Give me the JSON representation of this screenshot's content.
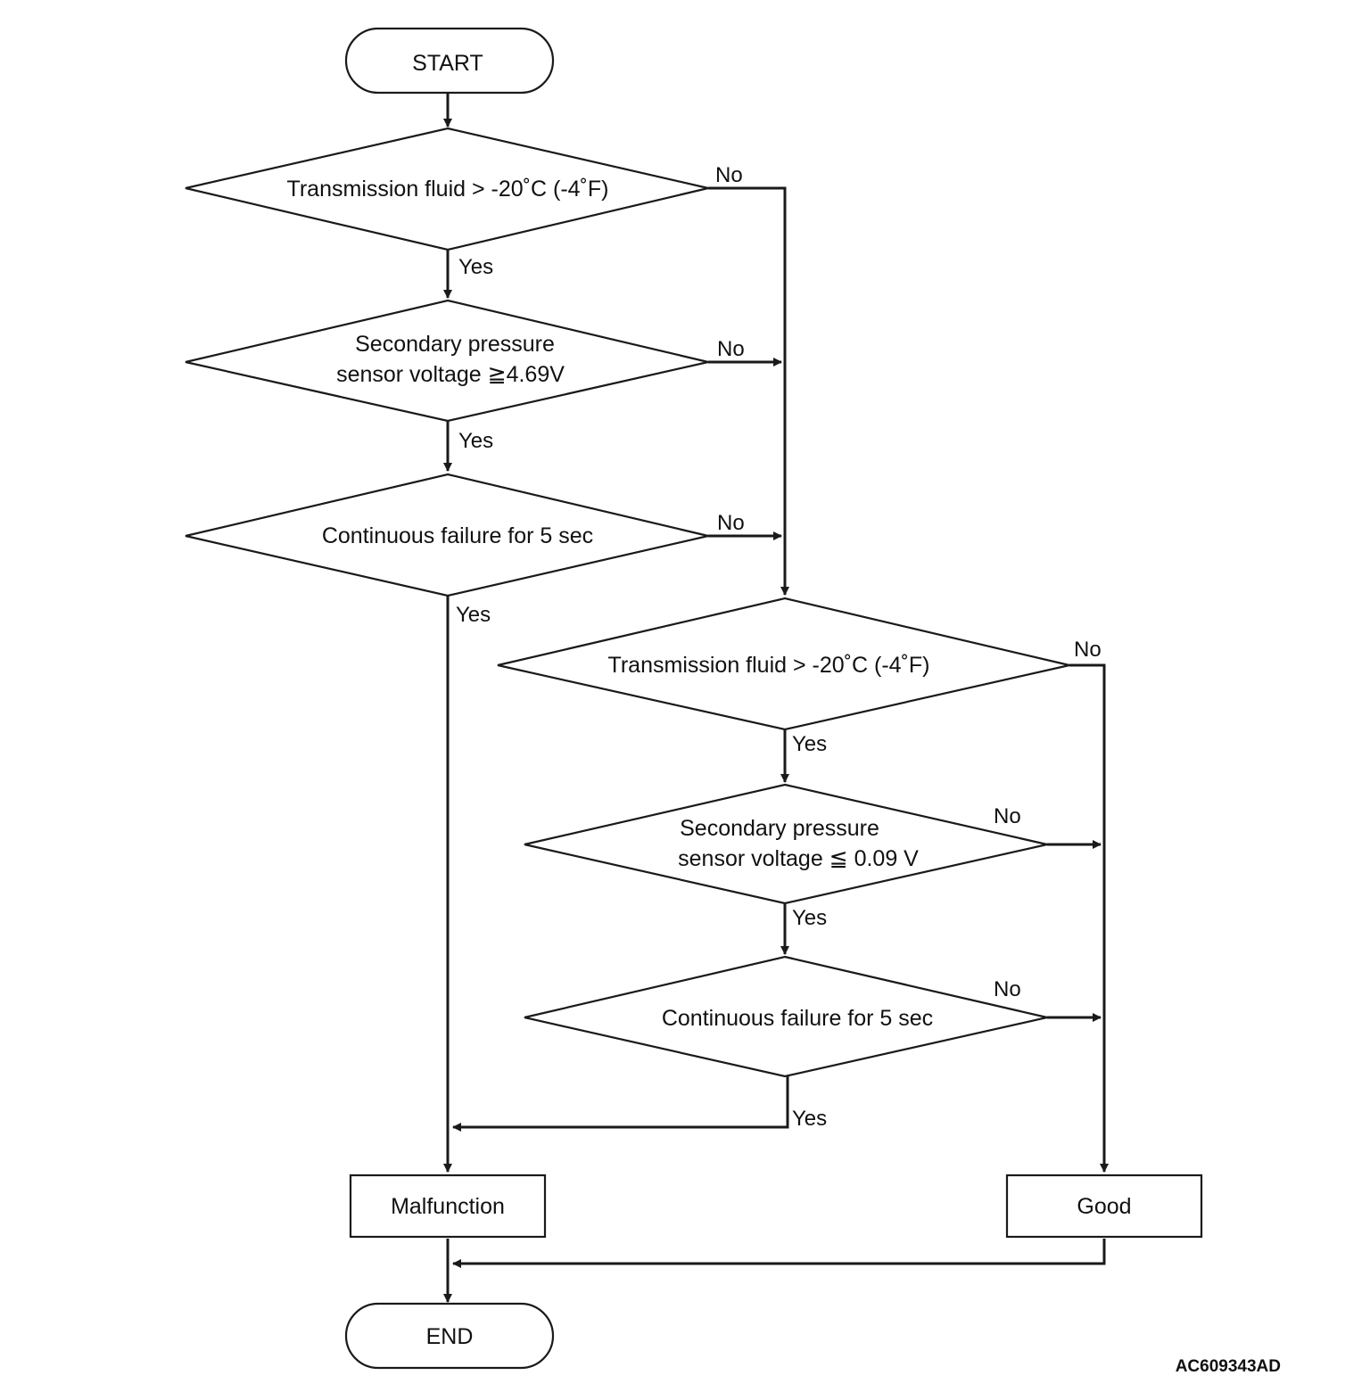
{
  "flow": {
    "start": "START",
    "end": "END",
    "left_branch": {
      "d1": "Transmission fluid > -20˚C (-4˚F)",
      "d2_line1": "Secondary pressure",
      "d2_line2": "sensor voltage ≧4.69V",
      "d3": "Continuous failure for 5 sec"
    },
    "right_branch": {
      "d4": "Transmission fluid > -20˚C (-4˚F)",
      "d5_line1": "Secondary pressure",
      "d5_line2": "sensor voltage ≦ 0.09 V",
      "d6": "Continuous failure for 5 sec"
    },
    "results": {
      "malfunction": "Malfunction",
      "good": "Good"
    },
    "labels": {
      "yes": "Yes",
      "no": "No"
    }
  },
  "figure_id": "AC609343AD"
}
